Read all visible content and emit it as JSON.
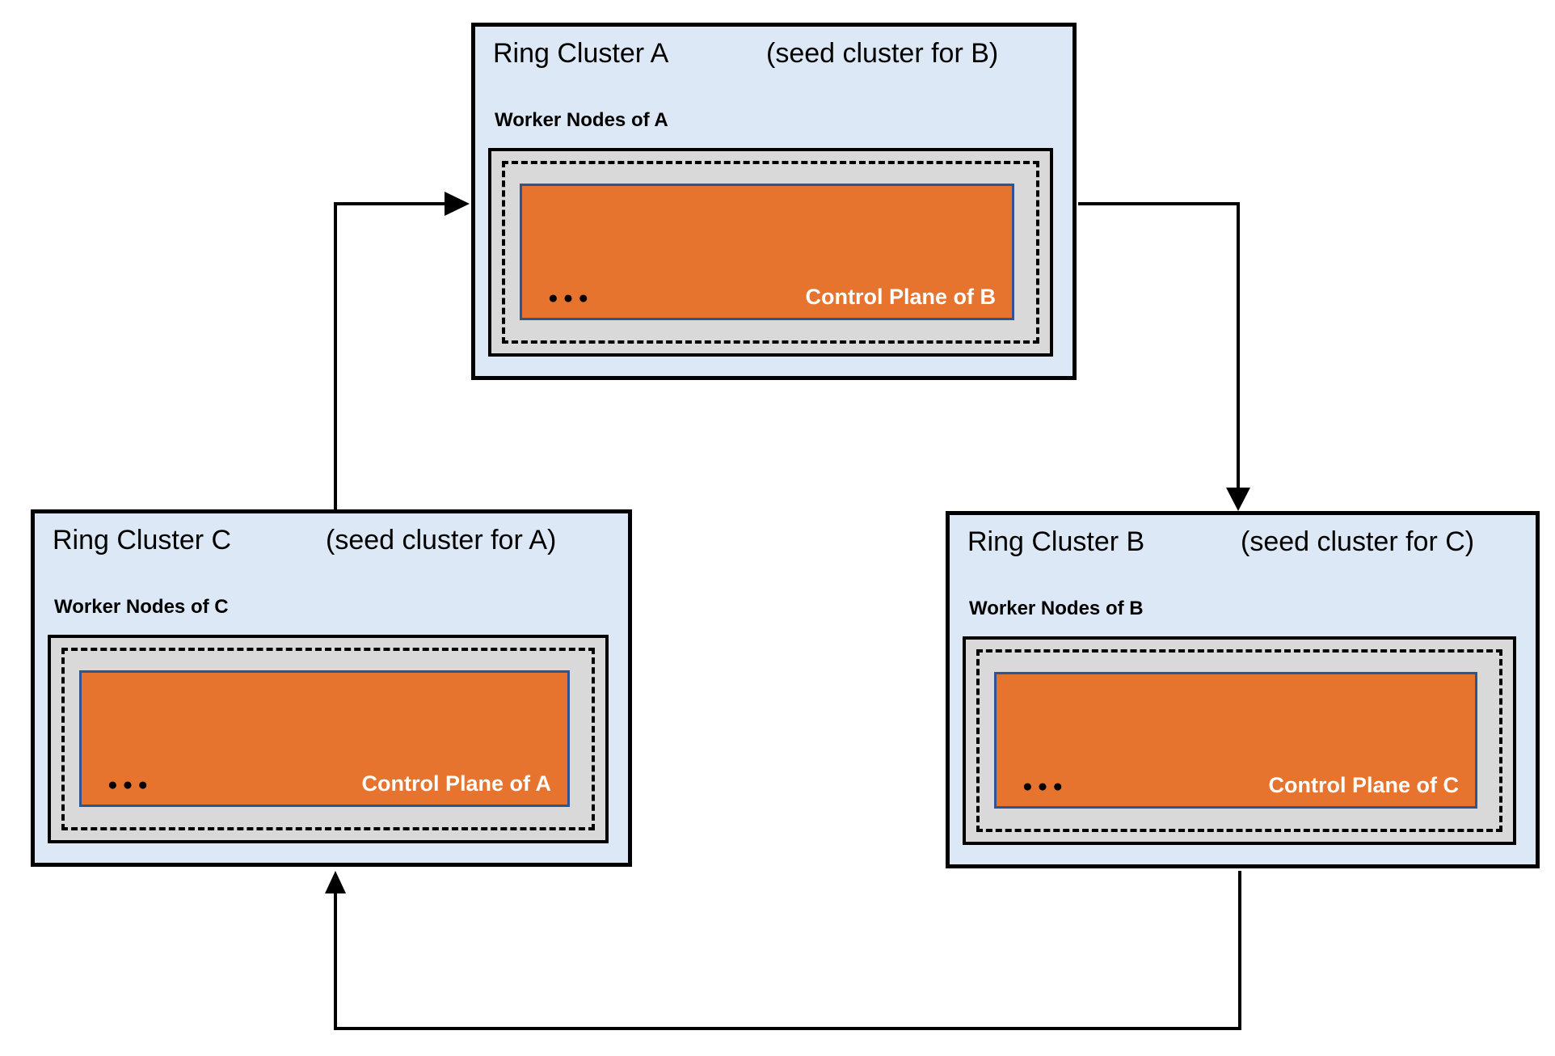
{
  "diagram": {
    "clusters": [
      {
        "name": "Ring Cluster A",
        "seed_label": "(seed cluster for B)",
        "worker_label": "Worker Nodes of A",
        "dots": "●●●",
        "control_plane_label": "Control Plane of B"
      },
      {
        "name": "Ring Cluster B",
        "seed_label": "(seed cluster for C)",
        "worker_label": "Worker Nodes of B",
        "dots": "●●●",
        "control_plane_label": "Control Plane of C"
      },
      {
        "name": "Ring Cluster C",
        "seed_label": "(seed cluster for A)",
        "worker_label": "Worker Nodes of C",
        "dots": "●●●",
        "control_plane_label": "Control Plane of A"
      }
    ],
    "edges": [
      {
        "from": "Ring Cluster C",
        "to": "Ring Cluster A"
      },
      {
        "from": "Ring Cluster A",
        "to": "Ring Cluster B"
      },
      {
        "from": "Ring Cluster B",
        "to": "Ring Cluster C"
      }
    ],
    "colors": {
      "cluster_fill": "#dce8f5",
      "cluster_border": "#000000",
      "worker_area_fill": "#d9d9d9",
      "control_plane_fill": "#e7742e",
      "control_plane_border": "#2e5491",
      "control_plane_text": "#ffffff",
      "arrow": "#000000"
    }
  }
}
